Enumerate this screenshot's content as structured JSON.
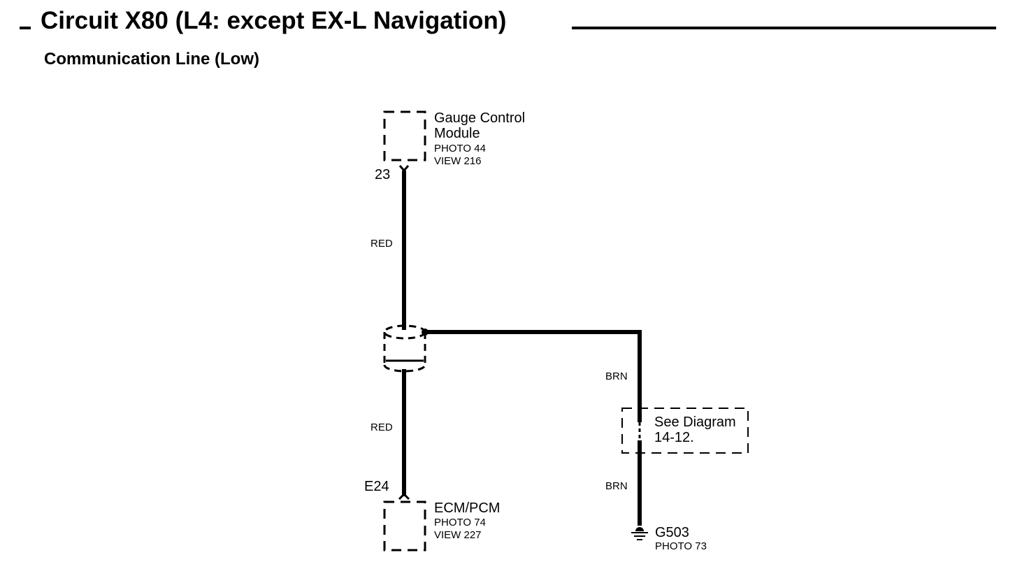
{
  "header": {
    "title": "Circuit X80 (L4: except EX-L Navigation)",
    "subtitle": "Communication Line (Low)"
  },
  "components": {
    "gauge_control_module": {
      "name_line1": "Gauge Control",
      "name_line2": "Module",
      "photo": "PHOTO 44",
      "view": "VIEW 216",
      "pin": "23"
    },
    "ecm_pcm": {
      "name": "ECM/PCM",
      "photo": "PHOTO 74",
      "view": "VIEW 227",
      "pin": "E24"
    },
    "ground": {
      "name": "G503",
      "photo": "PHOTO 73"
    },
    "see_diagram": {
      "line1": "See Diagram",
      "line2": "14-12."
    }
  },
  "wires": {
    "upper": "RED",
    "lower": "RED",
    "shield_upper": "BRN",
    "shield_lower": "BRN"
  },
  "colors": {
    "line": "#000000",
    "background": "#ffffff"
  }
}
